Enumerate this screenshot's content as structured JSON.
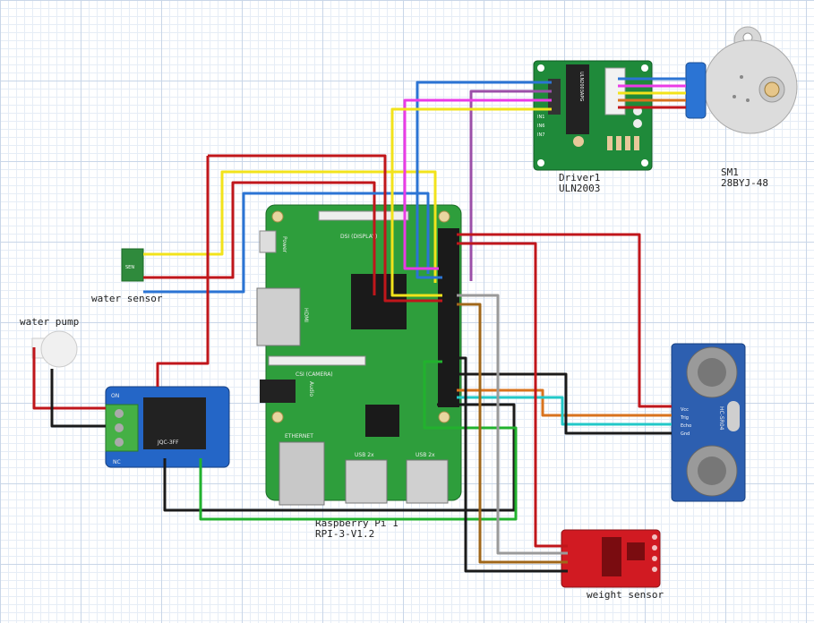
{
  "components": {
    "water_sensor": "water sensor",
    "water_pump": "water pump",
    "driver_name": "Driver1",
    "driver_model": "ULN2003",
    "motor_name": "SM1",
    "motor_model": "28BYJ-48",
    "pi_name": "Raspberry Pi 1",
    "pi_model": "RPI-3-V1.2",
    "weight_sensor": "weight sensor",
    "ultrasonic_model": "HC-SR04",
    "relay_brand": "JQC-3FF"
  },
  "board_text": {
    "dsi": "DSI (DISPLAY)",
    "csi": "CSI (CAMERA)",
    "hdmi": "HDMI",
    "audio": "Audio",
    "power": "Power",
    "ethernet": "ETHERNET",
    "usb1": "USB 2x",
    "usb2": "USB 2x",
    "chip": "ULN2003APG",
    "us_pins": [
      "Vcc",
      "Trig",
      "Echo",
      "Gnd"
    ],
    "relay_on": "ON",
    "relay_nc": "NC",
    "sensor_tag": "SEN"
  },
  "wire_colors": {
    "red": "#c0161b",
    "yellow": "#f2e31b",
    "blue": "#2b74d4",
    "pink": "#ea3be6",
    "purple": "#9b4fa8",
    "black": "#1a1a1a",
    "green": "#22b22e",
    "orange": "#d8731e",
    "cyan": "#22c8c8",
    "gray": "#9a9a9a",
    "brown": "#a0671a"
  }
}
